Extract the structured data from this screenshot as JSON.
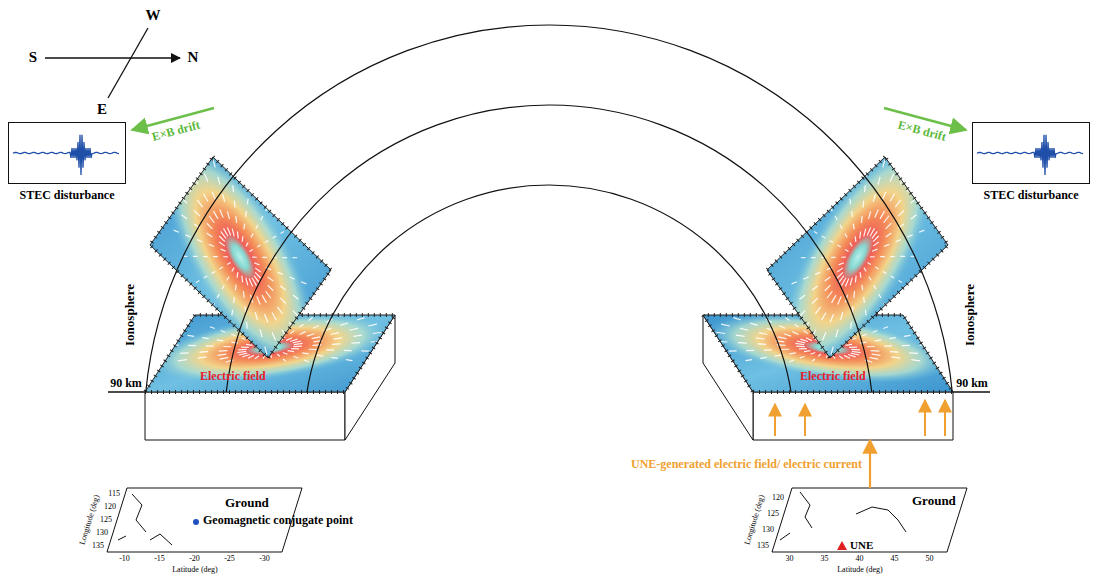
{
  "diagram": {
    "nodes": [
      {
        "text": [
          "STEC disturbance"
        ]
      },
      {
        "text": [
          "STEC disturbance"
        ]
      },
      {
        "text": [
          "Electric field"
        ]
      },
      {
        "text": [
          "Electric field"
        ]
      },
      {
        "text": [
          "Ground",
          "Geomagnetic conjugate point"
        ]
      },
      {
        "text": [
          "Ground",
          "UNE"
        ]
      }
    ],
    "edges": [
      {
        "from": 5,
        "to": 3,
        "arrow": "to",
        "label": "UNE-generated electric field/ electric current"
      }
    ],
    "labels": [
      "W",
      "S",
      "N",
      "E",
      "E×B drift",
      "E×B drift",
      "Ionosphere",
      "90 km",
      "Ionosphere",
      "90 km",
      "115",
      "120",
      "125",
      "130",
      "135",
      "-10",
      "-15",
      "-20",
      "-25",
      "-30",
      "Latitude (deg)",
      "Longitude (deg)",
      "120",
      "125",
      "130",
      "135",
      "30",
      "35",
      "40",
      "45",
      "50",
      "Latitude (deg)",
      "Longitude (deg)"
    ]
  }
}
